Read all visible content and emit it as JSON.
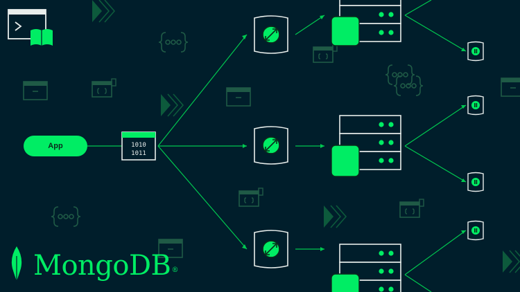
{
  "app": {
    "label": "App"
  },
  "binary_block": {
    "row1": "1010",
    "row2": "1011"
  },
  "brand": {
    "name": "MongoDB",
    "reg": "®"
  },
  "colors": {
    "background": "#001e2b",
    "accent": "#00ed64",
    "line": "#00c850",
    "muted": "#1f5a46",
    "outline": "#e8edeb"
  },
  "diagram": {
    "routers": [
      "router-top",
      "router-middle",
      "router-bottom"
    ],
    "servers": [
      "server-top",
      "server-middle",
      "server-bottom"
    ],
    "leaves": [
      "leaf-1",
      "leaf-2",
      "leaf-3",
      "leaf-4",
      "leaf-5"
    ]
  },
  "icons": [
    "terminal-book-icon",
    "fast-forward-icon",
    "braces-icon",
    "window-icon",
    "router-icon",
    "server-icon",
    "leaf-logo-icon"
  ]
}
